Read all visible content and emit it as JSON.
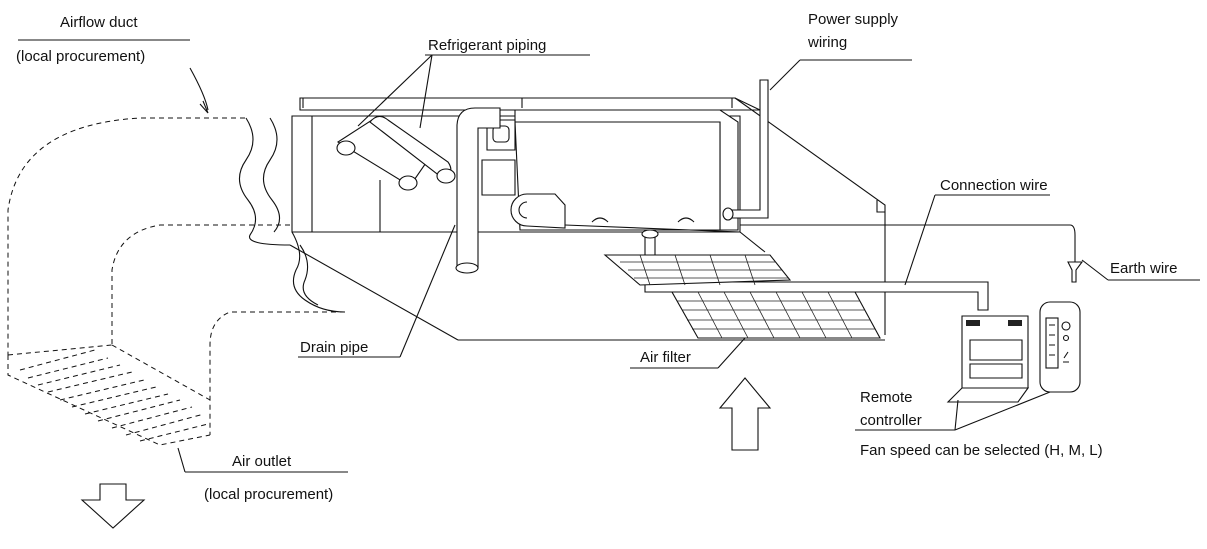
{
  "labels": {
    "airflow_duct": "Airflow duct",
    "airflow_duct_note": "(local procurement)",
    "refrigerant_piping": "Refrigerant piping",
    "power_supply_1": "Power supply",
    "power_supply_2": "wiring",
    "connection_wire": "Connection wire",
    "earth_wire": "Earth wire",
    "drain_pipe": "Drain pipe",
    "air_filter": "Air filter",
    "remote_1": "Remote",
    "remote_2": "controller",
    "fan_speed": "Fan speed can be selected (H, M, L)",
    "air_outlet": "Air outlet",
    "air_outlet_note": "(local procurement)"
  }
}
